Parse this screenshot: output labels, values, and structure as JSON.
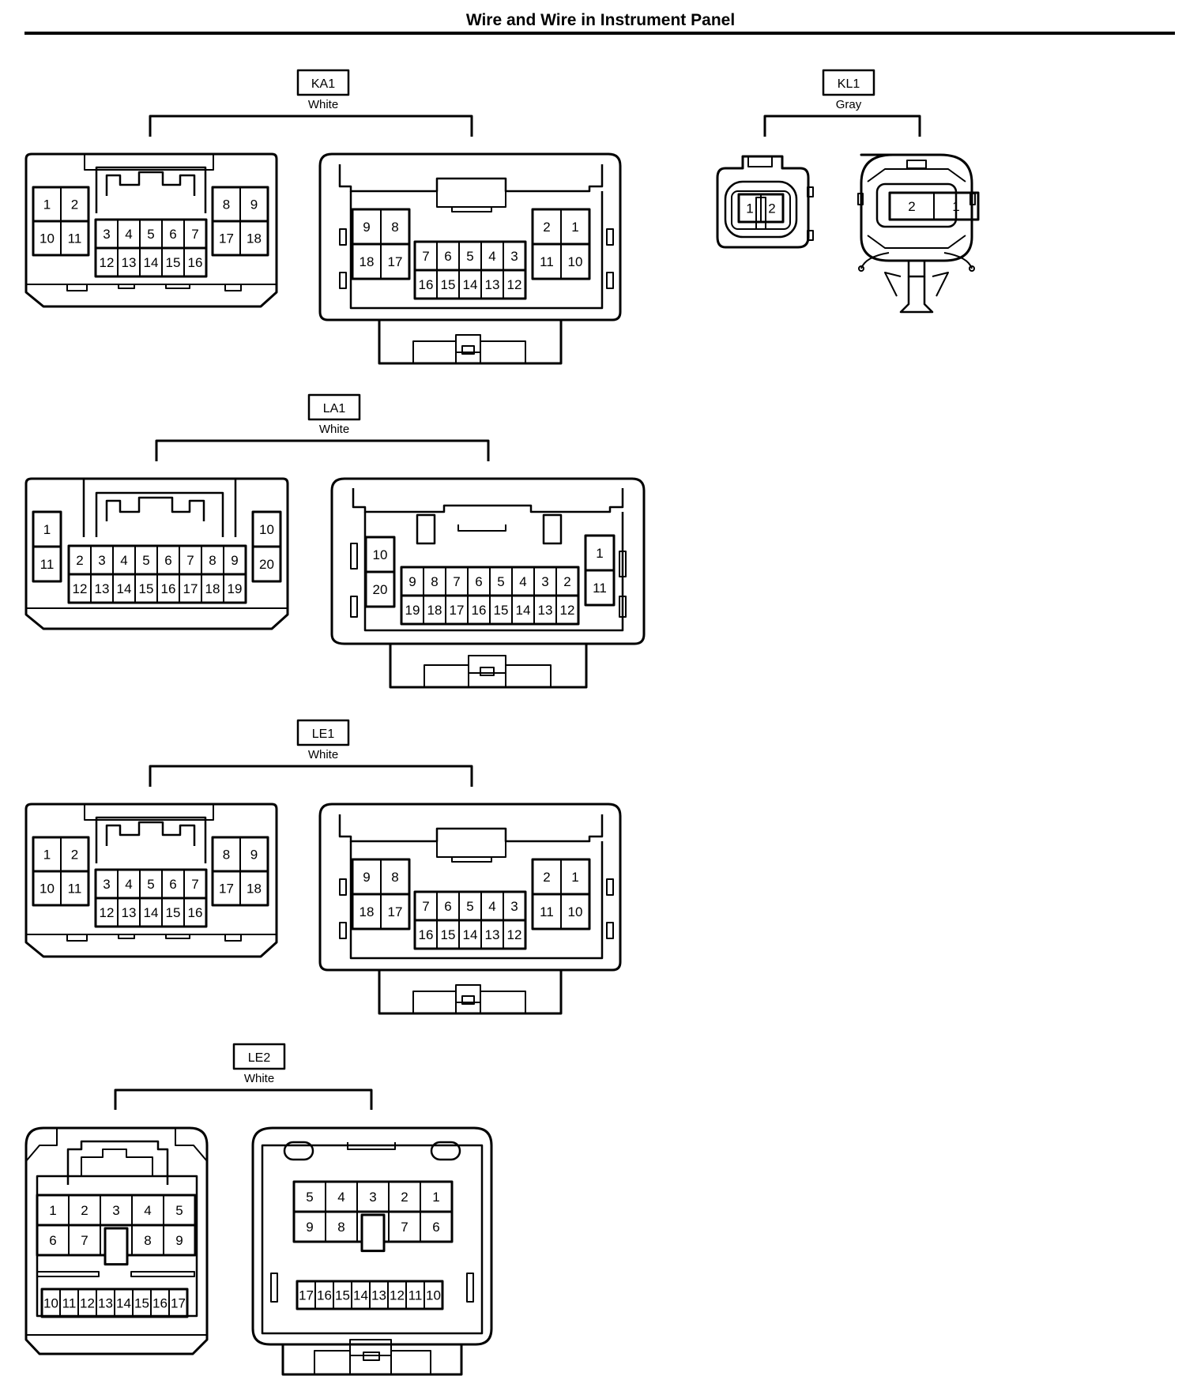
{
  "title": "Wire and Wire in Instrument Panel",
  "connectors": {
    "ka1": {
      "name": "KA1",
      "color": "White",
      "male": {
        "left_top": [
          "1",
          "2"
        ],
        "left_bottom": [
          "10",
          "11"
        ],
        "center_top": [
          "3",
          "4",
          "5",
          "6",
          "7"
        ],
        "center_bottom": [
          "12",
          "13",
          "14",
          "15",
          "16"
        ],
        "right_top": [
          "8",
          "9"
        ],
        "right_bottom": [
          "17",
          "18"
        ]
      },
      "female": {
        "left_top": [
          "9",
          "8"
        ],
        "left_bottom": [
          "18",
          "17"
        ],
        "center_top": [
          "7",
          "6",
          "5",
          "4",
          "3"
        ],
        "center_bottom": [
          "16",
          "15",
          "14",
          "13",
          "12"
        ],
        "right_top": [
          "2",
          "1"
        ],
        "right_bottom": [
          "11",
          "10"
        ]
      }
    },
    "kl1": {
      "name": "KL1",
      "color": "Gray",
      "male": {
        "pins": [
          "1",
          "2"
        ]
      },
      "female": {
        "pins": [
          "2",
          "1"
        ]
      }
    },
    "la1": {
      "name": "LA1",
      "color": "White",
      "male": {
        "left_top": [
          "1"
        ],
        "left_bottom": [
          "11"
        ],
        "center_top": [
          "2",
          "3",
          "4",
          "5",
          "6",
          "7",
          "8",
          "9"
        ],
        "center_bottom": [
          "12",
          "13",
          "14",
          "15",
          "16",
          "17",
          "18",
          "19"
        ],
        "right_top": [
          "10"
        ],
        "right_bottom": [
          "20"
        ]
      },
      "female": {
        "left_top": [
          "10"
        ],
        "left_bottom": [
          "20"
        ],
        "center_top": [
          "9",
          "8",
          "7",
          "6",
          "5",
          "4",
          "3",
          "2"
        ],
        "center_bottom": [
          "19",
          "18",
          "17",
          "16",
          "15",
          "14",
          "13",
          "12"
        ],
        "right_top": [
          "1"
        ],
        "right_bottom": [
          "11"
        ]
      }
    },
    "le1": {
      "name": "LE1",
      "color": "White",
      "male": {
        "left_top": [
          "1",
          "2"
        ],
        "left_bottom": [
          "10",
          "11"
        ],
        "center_top": [
          "3",
          "4",
          "5",
          "6",
          "7"
        ],
        "center_bottom": [
          "12",
          "13",
          "14",
          "15",
          "16"
        ],
        "right_top": [
          "8",
          "9"
        ],
        "right_bottom": [
          "17",
          "18"
        ]
      },
      "female": {
        "left_top": [
          "9",
          "8"
        ],
        "left_bottom": [
          "18",
          "17"
        ],
        "center_top": [
          "7",
          "6",
          "5",
          "4",
          "3"
        ],
        "center_bottom": [
          "16",
          "15",
          "14",
          "13",
          "12"
        ],
        "right_top": [
          "2",
          "1"
        ],
        "right_bottom": [
          "11",
          "10"
        ]
      }
    },
    "le2": {
      "name": "LE2",
      "color": "White",
      "male": {
        "row1": [
          "1",
          "2",
          "3",
          "4",
          "5"
        ],
        "row2": [
          "6",
          "7",
          "",
          "8",
          "9"
        ],
        "row3": [
          "10",
          "11",
          "12",
          "13",
          "14",
          "15",
          "16",
          "17"
        ]
      },
      "female": {
        "row1": [
          "5",
          "4",
          "3",
          "2",
          "1"
        ],
        "row2": [
          "9",
          "8",
          "",
          "7",
          "6"
        ],
        "row3": [
          "17",
          "16",
          "15",
          "14",
          "13",
          "12",
          "11",
          "10"
        ]
      }
    }
  }
}
